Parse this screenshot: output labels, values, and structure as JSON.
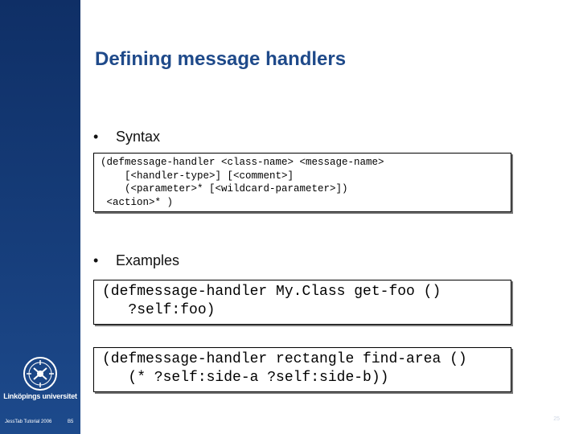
{
  "slide": {
    "title": "Defining message handlers",
    "bullets": {
      "syntax": "Syntax",
      "examples": "Examples"
    },
    "syntax_code": "(defmessage-handler <class-name> <message-name>\n    [<handler-type>] [<comment>]\n    (<parameter>* [<wildcard-parameter>])\n <action>* )",
    "examples_code": [
      "(defmessage-handler My.Class get-foo ()\n   ?self:foo)",
      "(defmessage-handler rectangle find-area ()\n   (* ?self:side-a ?self:side-b))"
    ],
    "page_number": "25"
  },
  "branding": {
    "university": "Linköpings universitet",
    "footer_left": "JessTab Tutorial 2006",
    "footer_code": "B5",
    "sidebar_color": "#163d7a",
    "title_color": "#1f4a8a",
    "logo_icon": "university-seal-icon"
  }
}
